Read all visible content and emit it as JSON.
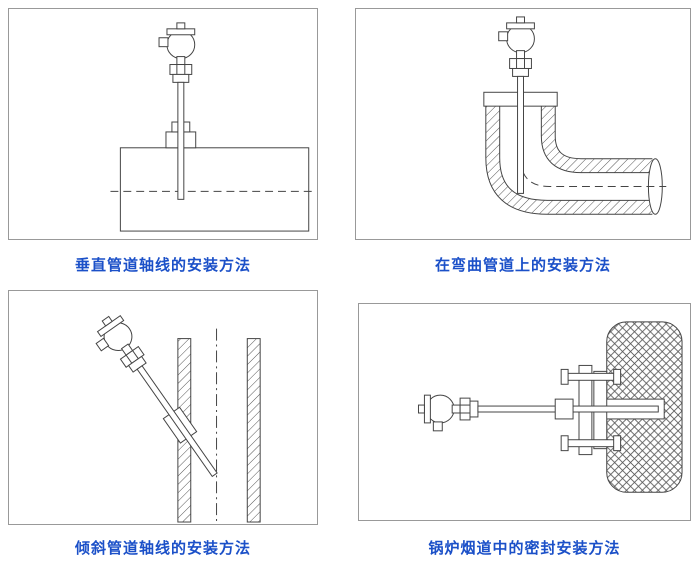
{
  "page": {
    "background": "#ffffff"
  },
  "colors": {
    "caption_text": "#1b50c8",
    "drawing_line": "#444444",
    "panel_border": "#999999"
  },
  "panels": [
    {
      "caption": "垂直管道轴线的安装方法"
    },
    {
      "caption": "在弯曲管道上的安装方法"
    },
    {
      "caption": "倾斜管道轴线的安装方法"
    },
    {
      "caption": "锅炉烟道中的密封安装方法"
    }
  ]
}
